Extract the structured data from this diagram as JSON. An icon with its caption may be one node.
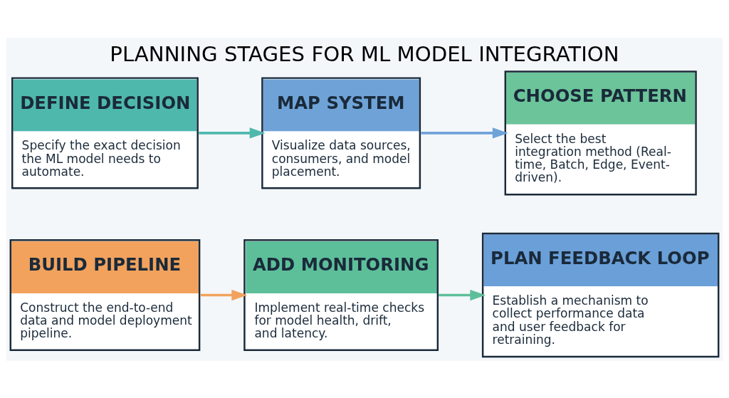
{
  "diagram": {
    "title": "PLANNING STAGES FOR ML MODEL INTEGRATION",
    "nodes": [
      {
        "text": [
          "DEFINE DECISION",
          "Specify the exact decision the ML model needs to automate."
        ]
      },
      {
        "text": [
          "MAP SYSTEM",
          "Visualize data sources, consumers, and model placement."
        ]
      },
      {
        "text": [
          "CHOOSE PATTERN",
          "Select the best integration method (Real-time, Batch, Edge, Event-driven)."
        ]
      },
      {
        "text": [
          "BUILD PIPELINE",
          "Construct the end-to-end data and model deployment pipeline."
        ]
      },
      {
        "text": [
          "ADD MONITORING",
          "Implement real-time checks for model health, drift, and latency."
        ]
      },
      {
        "text": [
          "PLAN FEEDBACK LOOP",
          "Establish a mechanism to collect performance data and user feedback for retraining."
        ]
      }
    ],
    "edges": [
      {
        "from": 0,
        "to": 1,
        "arrow": "to",
        "color": "#4fb8ad"
      },
      {
        "from": 1,
        "to": 2,
        "arrow": "to",
        "color": "#6fa3d8"
      },
      {
        "from": 3,
        "to": 4,
        "arrow": "to",
        "color": "#f2a25c"
      },
      {
        "from": 4,
        "to": 5,
        "arrow": "to",
        "color": "#5dbf9a"
      }
    ]
  }
}
